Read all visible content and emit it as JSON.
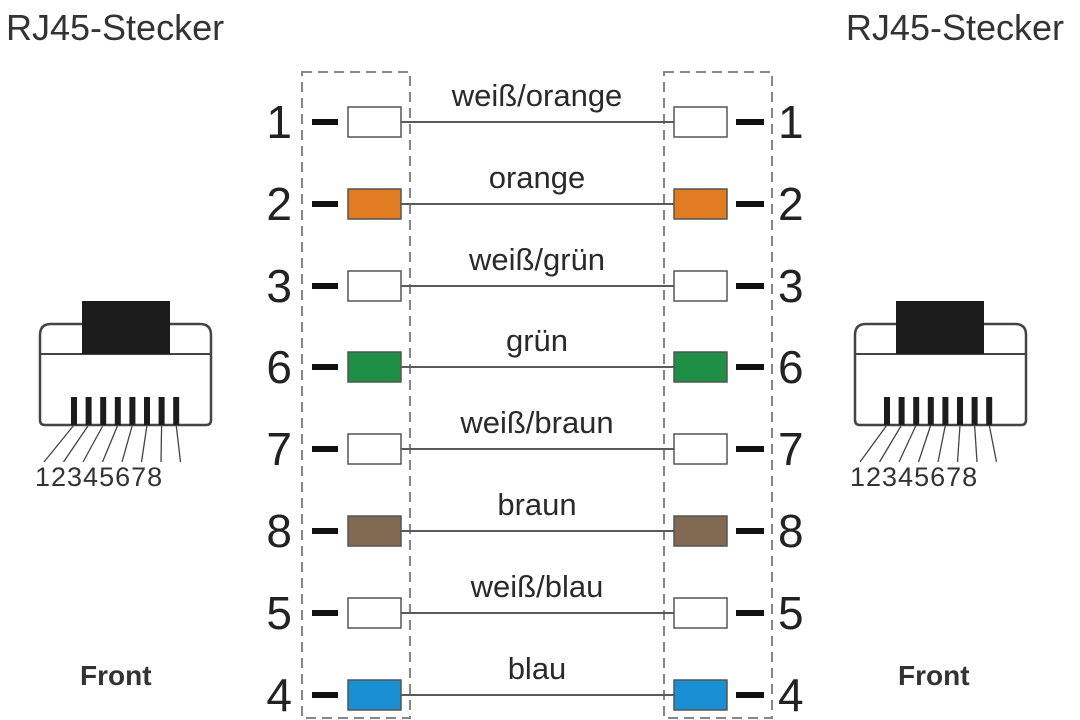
{
  "titles": {
    "left": "RJ45-Stecker",
    "right": "RJ45-Stecker"
  },
  "connectors": {
    "front_left": "Front",
    "front_right": "Front",
    "pin_numbers_left": "12345678",
    "pin_numbers_right": "12345678"
  },
  "wires": [
    {
      "left_pin": "1",
      "right_pin": "1",
      "label": "weiß/orange",
      "color": "#ffffff"
    },
    {
      "left_pin": "2",
      "right_pin": "2",
      "label": "orange",
      "color": "#e07d22"
    },
    {
      "left_pin": "3",
      "right_pin": "3",
      "label": "weiß/grün",
      "color": "#ffffff"
    },
    {
      "left_pin": "6",
      "right_pin": "6",
      "label": "grün",
      "color": "#1f8f45"
    },
    {
      "left_pin": "7",
      "right_pin": "7",
      "label": "weiß/braun",
      "color": "#ffffff"
    },
    {
      "left_pin": "8",
      "right_pin": "8",
      "label": "braun",
      "color": "#826a52"
    },
    {
      "left_pin": "5",
      "right_pin": "5",
      "label": "weiß/blau",
      "color": "#ffffff"
    },
    {
      "left_pin": "4",
      "right_pin": "4",
      "label": "blau",
      "color": "#1a8fd3"
    }
  ]
}
